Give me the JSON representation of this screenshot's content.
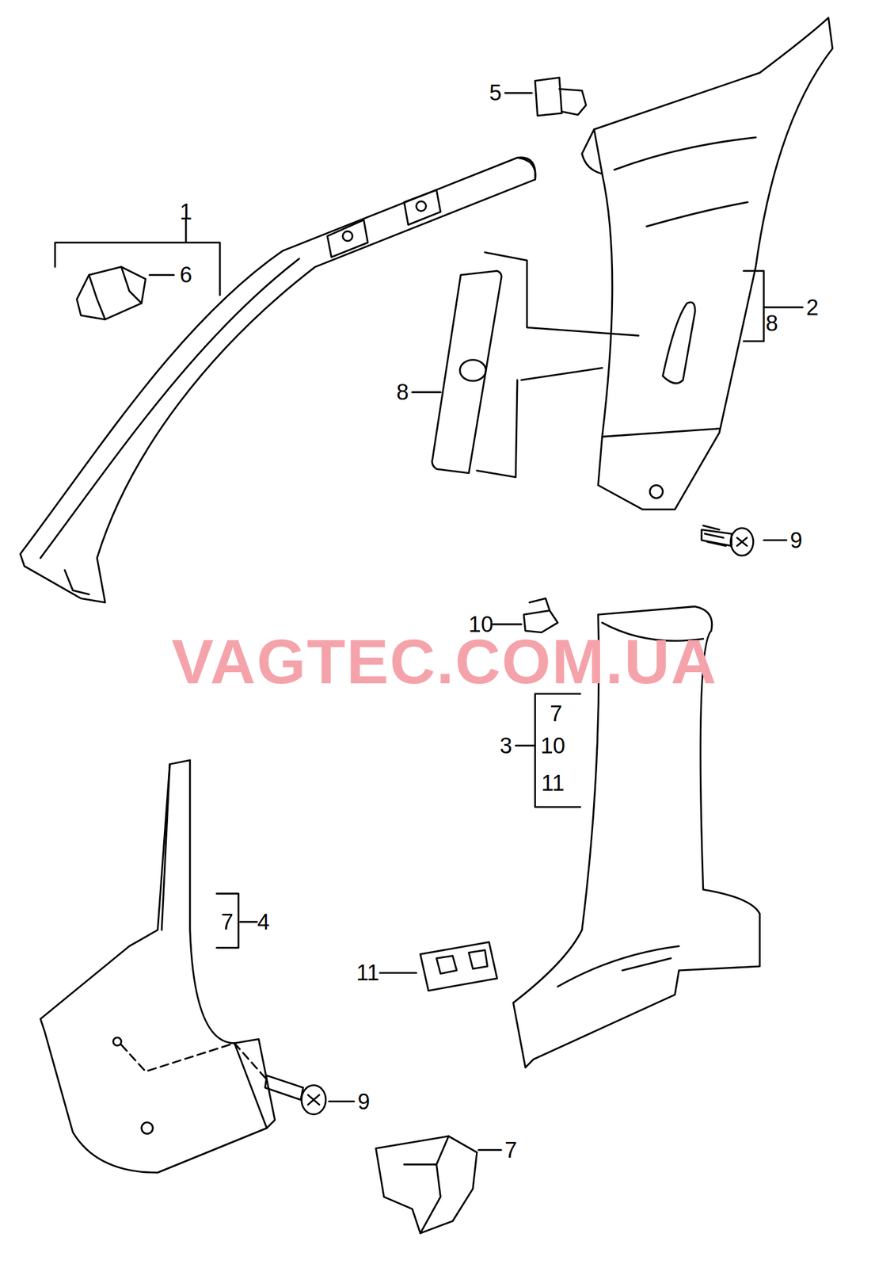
{
  "diagram": {
    "labels": [
      "5",
      "1",
      "6",
      "2",
      "8",
      "8",
      "9",
      "10",
      "VAGTEC.COM.UA",
      "7",
      "3",
      "10",
      "11",
      "7",
      "4",
      "11",
      "9",
      "7"
    ]
  }
}
